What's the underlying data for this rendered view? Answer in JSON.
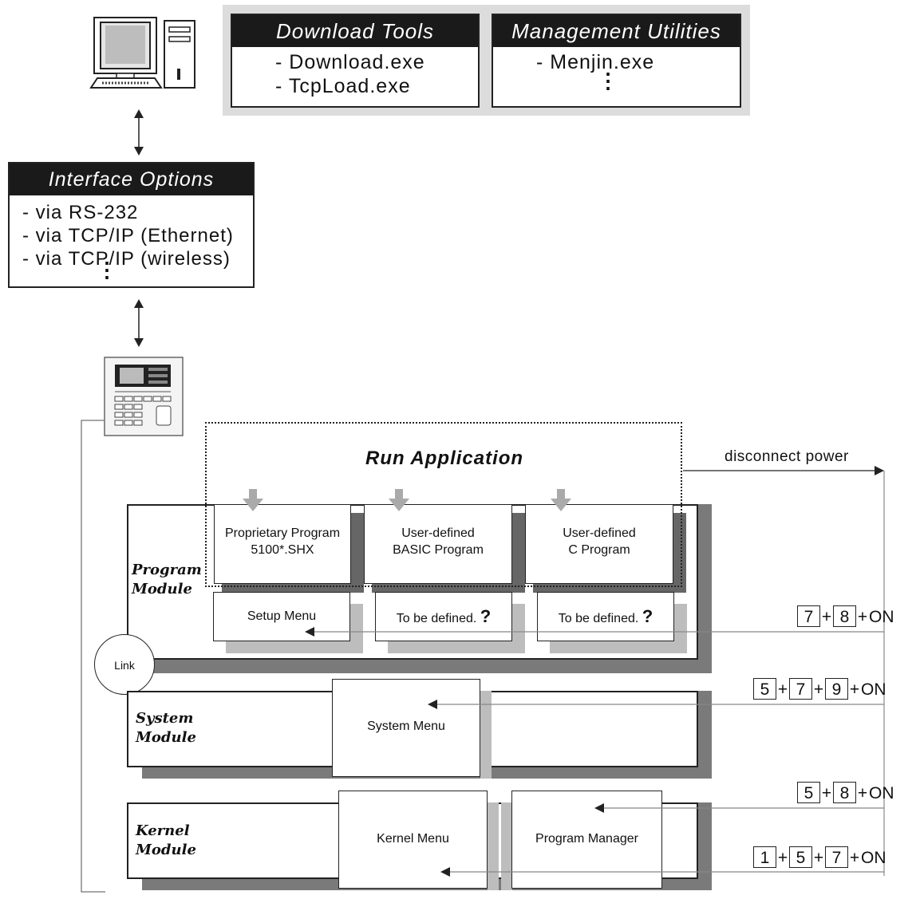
{
  "download_tools": {
    "title": "Download Tools",
    "items": [
      "- Download.exe",
      "- TcpLoad.exe"
    ]
  },
  "management_utilities": {
    "title": "Management Utilities",
    "items": [
      "- Menjin.exe"
    ]
  },
  "interface_options": {
    "title": "Interface Options",
    "items": [
      "- via RS-232",
      "- via TCP/IP (Ethernet)",
      "- via TCP/IP (wireless)"
    ]
  },
  "run_application": "Run Application",
  "disconnect_power": "disconnect power",
  "link_label": "Link",
  "program_module": {
    "label_line1": "Program",
    "label_line2": "Module",
    "programs": [
      {
        "line1": "Proprietary Program",
        "line2": "5100*.SHX"
      },
      {
        "line1": "User-defined",
        "line2": "BASIC Program"
      },
      {
        "line1": "User-defined",
        "line2": "C Program"
      }
    ],
    "menus": [
      "Setup Menu",
      "To be defined.",
      "To be defined."
    ]
  },
  "system_module": {
    "label_line1": "System",
    "label_line2": "Module",
    "menu": "System Menu"
  },
  "kernel_module": {
    "label_line1": "Kernel",
    "label_line2": "Module",
    "menu": "Kernel Menu",
    "manager": "Program Manager"
  },
  "key_combos": [
    {
      "keys": [
        "7",
        "8"
      ],
      "suffix": "ON"
    },
    {
      "keys": [
        "5",
        "7",
        "9"
      ],
      "suffix": "ON"
    },
    {
      "keys": [
        "5",
        "8"
      ],
      "suffix": "ON"
    },
    {
      "keys": [
        "1",
        "5",
        "7"
      ],
      "suffix": "ON"
    }
  ],
  "question_mark": "?",
  "plus_sign": "+"
}
